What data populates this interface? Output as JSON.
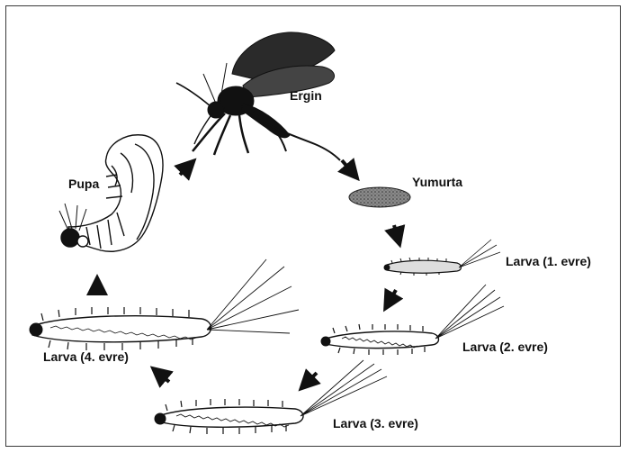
{
  "diagram": {
    "stages": {
      "adult": "Ergin",
      "egg": "Yumurta",
      "larva1": "Larva (1. evre)",
      "larva2": "Larva (2. evre)",
      "larva3": "Larva (3. evre)",
      "larva4": "Larva (4. evre)",
      "pupa": "Pupa"
    },
    "colors": {
      "ink": "#111111",
      "frame": "#3a3a3a",
      "egg": "#6b6b6b"
    }
  }
}
